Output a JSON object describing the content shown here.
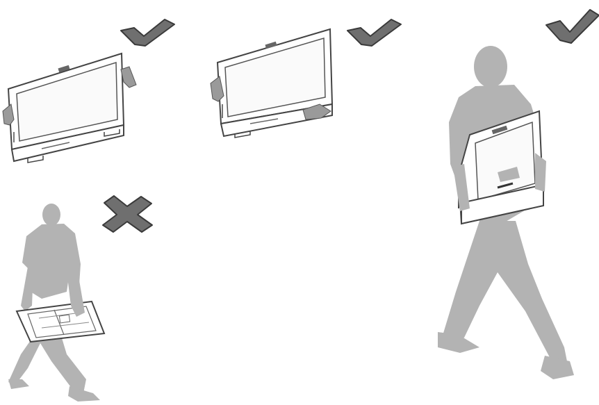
{
  "figure": {
    "panels": [
      {
        "id": "lift-monitor-with-both-hands",
        "verdict": "correct",
        "verdict_icon": "checkmark-icon"
      },
      {
        "id": "tilt-monitor-by-side-and-base",
        "verdict": "correct",
        "verdict_icon": "checkmark-icon"
      },
      {
        "id": "carry-monitor-flat-face-down",
        "verdict": "incorrect",
        "verdict_icon": "cross-icon"
      },
      {
        "id": "carry-monitor-upright-against-body",
        "verdict": "correct",
        "verdict_icon": "checkmark-icon"
      }
    ]
  },
  "colors": {
    "icon_fill": "#6f6f6f",
    "icon_stroke": "#3a3a3a",
    "silhouette": "#b3b3b3",
    "device_line": "#444444",
    "device_fill": "#ffffff",
    "screen_fill": "#fafafa",
    "hand": "#9a9a9a"
  }
}
